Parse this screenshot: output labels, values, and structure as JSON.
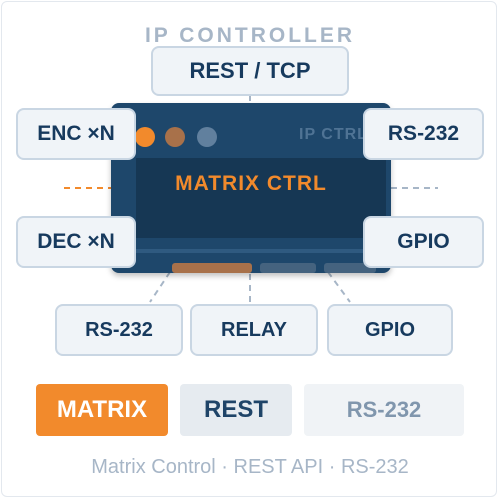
{
  "title": "IP CONTROLLER",
  "device": {
    "label": "IP CTRL",
    "panel_label": "MATRIX CTRL"
  },
  "nodes": {
    "rest_tcp": "REST / TCP",
    "enc": "ENC ×N",
    "rs232_right": "RS-232",
    "dec": "DEC ×N",
    "gpio_right": "GPIO",
    "rs232_bottom": "RS-232",
    "relay": "RELAY",
    "gpio_bottom": "GPIO"
  },
  "tags": [
    "MATRIX",
    "REST",
    "RS-232"
  ],
  "footer": "Matrix Control · REST API · RS-232",
  "colors": {
    "accent": "#f28a2c",
    "device": "#1e476b",
    "node_text": "#173a5e",
    "muted": "#a7b6c7"
  }
}
